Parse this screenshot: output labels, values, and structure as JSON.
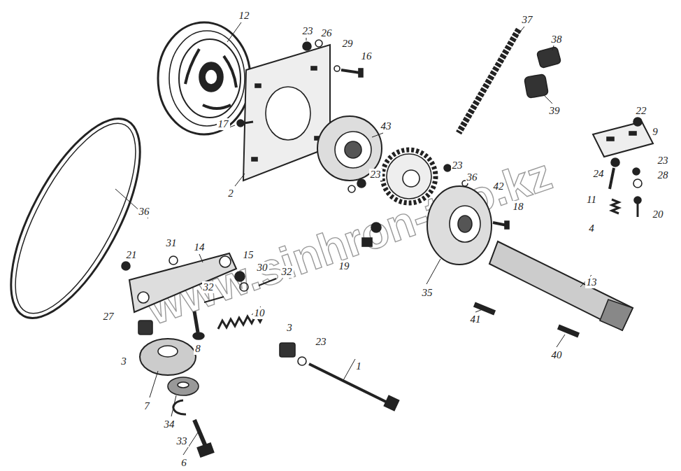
{
  "diagram": {
    "labels": [
      "12",
      "23",
      "26",
      "29",
      "16",
      "17",
      "2",
      "43",
      "23",
      "37",
      "38",
      "39",
      "22",
      "9",
      "23",
      "24",
      "28",
      "11",
      "20",
      "4",
      "23",
      "36",
      "42",
      "18",
      "19",
      "35",
      "13",
      "41",
      "40",
      "36",
      "31",
      "14",
      "21",
      "15",
      "30",
      "32",
      "32",
      "27",
      "3",
      "8",
      "10",
      "3",
      "23",
      "1",
      "7",
      "34",
      "33",
      "6",
      "www.sinhron-too.kz"
    ]
  }
}
